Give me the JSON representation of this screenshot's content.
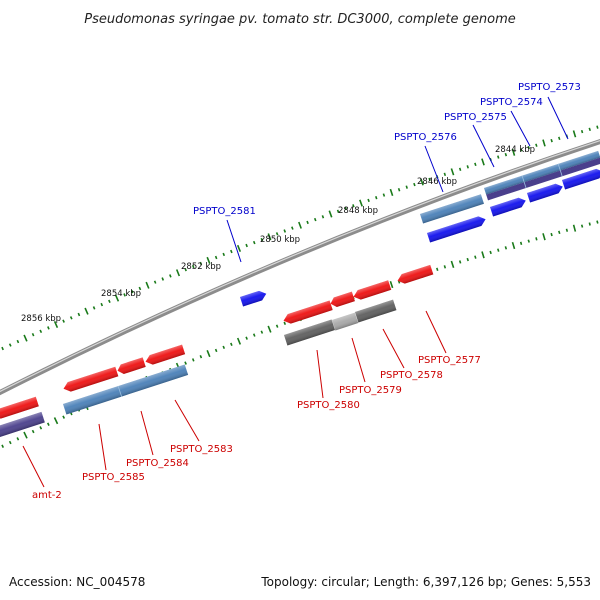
{
  "header": {
    "title": "Pseudomonas syringae pv. tomato str. DC3000, complete genome"
  },
  "footer": {
    "accession": "Accession: NC_004578",
    "summary": "Topology: circular; Length: 6,397,126 bp; Genes: 5,553"
  },
  "colors": {
    "forward_label": "#0000cc",
    "reverse_label": "#cc0000",
    "backbone": "#8c8c8c",
    "tick": "#1a7a1a",
    "gene_red": "#ee1111",
    "gene_blue": "#1111ee",
    "gene_steel": "#4a80b8",
    "gene_purple": "#4a3f8c",
    "gene_gray": "#5e5e5e",
    "gene_lightgray": "#a8a8a8"
  },
  "map": {
    "scale_labels": [
      "2844 kbp",
      "2846 kbp",
      "2848 kbp",
      "2850 kbp",
      "2852 kbp",
      "2854 kbp",
      "2856 kbp"
    ],
    "forward_genes": [
      "PSPTO_2573",
      "PSPTO_2574",
      "PSPTO_2575",
      "PSPTO_2576",
      "PSPTO_2581"
    ],
    "reverse_genes": [
      "PSPTO_2577",
      "PSPTO_2578",
      "PSPTO_2579",
      "PSPTO_2580",
      "PSPTO_2583",
      "PSPTO_2584",
      "PSPTO_2585",
      "amt-2"
    ]
  }
}
